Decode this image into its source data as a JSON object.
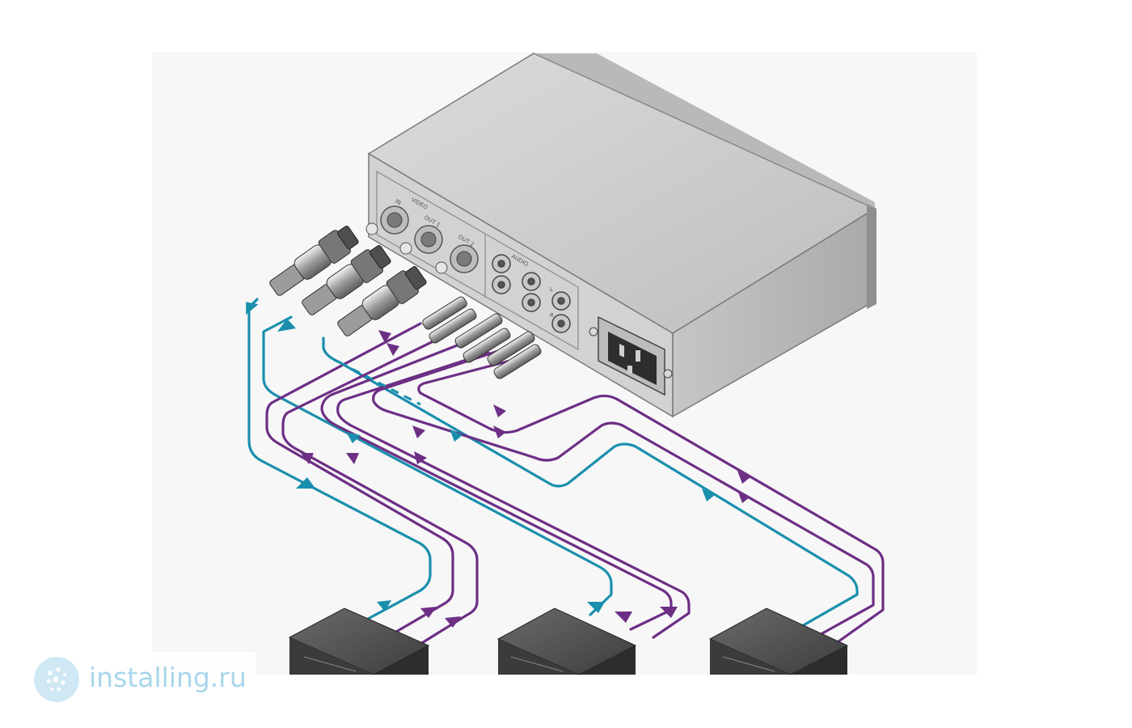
{
  "panel_labels": {
    "video": "VIDEO",
    "in": "IN",
    "out1": "OUT 1",
    "out2": "OUT 2",
    "audio": "AUDIO",
    "l": "L",
    "r": "R"
  },
  "watermark": {
    "text": "installing.ru",
    "icon": "globe-dots-icon"
  },
  "colors": {
    "video_cable": "#1a8fad",
    "audio_cable": "#6d2f85",
    "device_body": "#555555",
    "background": "#ffffff"
  },
  "cables": [
    {
      "signal": "video",
      "direction": "to-unit"
    },
    {
      "signal": "video",
      "direction": "from-unit"
    },
    {
      "signal": "video",
      "direction": "from-unit"
    },
    {
      "signal": "audio",
      "direction": "to-unit"
    },
    {
      "signal": "audio",
      "direction": "to-unit"
    },
    {
      "signal": "audio",
      "direction": "from-unit"
    },
    {
      "signal": "audio",
      "direction": "from-unit"
    },
    {
      "signal": "audio",
      "direction": "from-unit"
    },
    {
      "signal": "audio",
      "direction": "from-unit"
    }
  ]
}
